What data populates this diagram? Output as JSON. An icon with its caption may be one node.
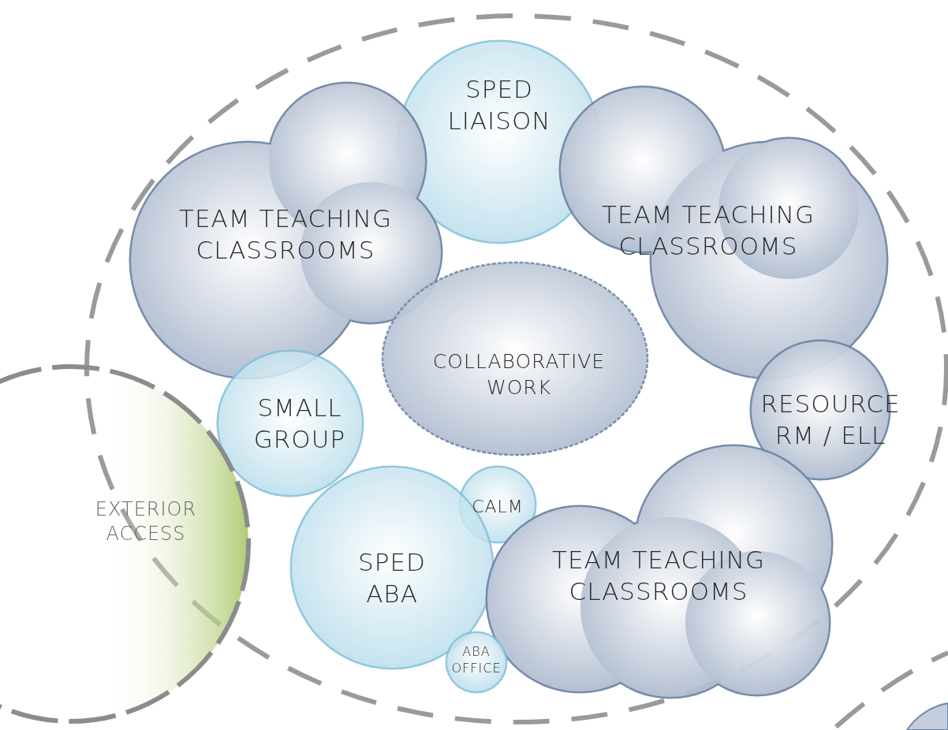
{
  "diagram": {
    "nodes": [
      {
        "text": [],
        "shape": "circle"
      },
      {
        "text": [
          "SPED LIAISON"
        ],
        "in": 0
      },
      {
        "text": [
          "TEAM TEACHING CLASSROOMS"
        ],
        "in": 0
      },
      {
        "text": [
          "TEAM TEACHING CLASSROOMS"
        ],
        "in": 0
      },
      {
        "text": [
          "COLLABORATIVE WORK"
        ],
        "in": 0
      },
      {
        "text": [
          "SMALL GROUP"
        ],
        "in": 0
      },
      {
        "text": [
          "RESOURCE RM / ELL"
        ],
        "in": 0
      },
      {
        "text": [
          "EXTERIOR ACCESS"
        ]
      },
      {
        "text": [
          "CALM"
        ],
        "in": 0
      },
      {
        "text": [
          "SPED ABA"
        ],
        "in": 0
      },
      {
        "text": [
          "TEAM TEACHING CLASSROOMS"
        ],
        "in": 0
      },
      {
        "text": [
          "ABA OFFICE"
        ],
        "in": 0
      }
    ]
  }
}
